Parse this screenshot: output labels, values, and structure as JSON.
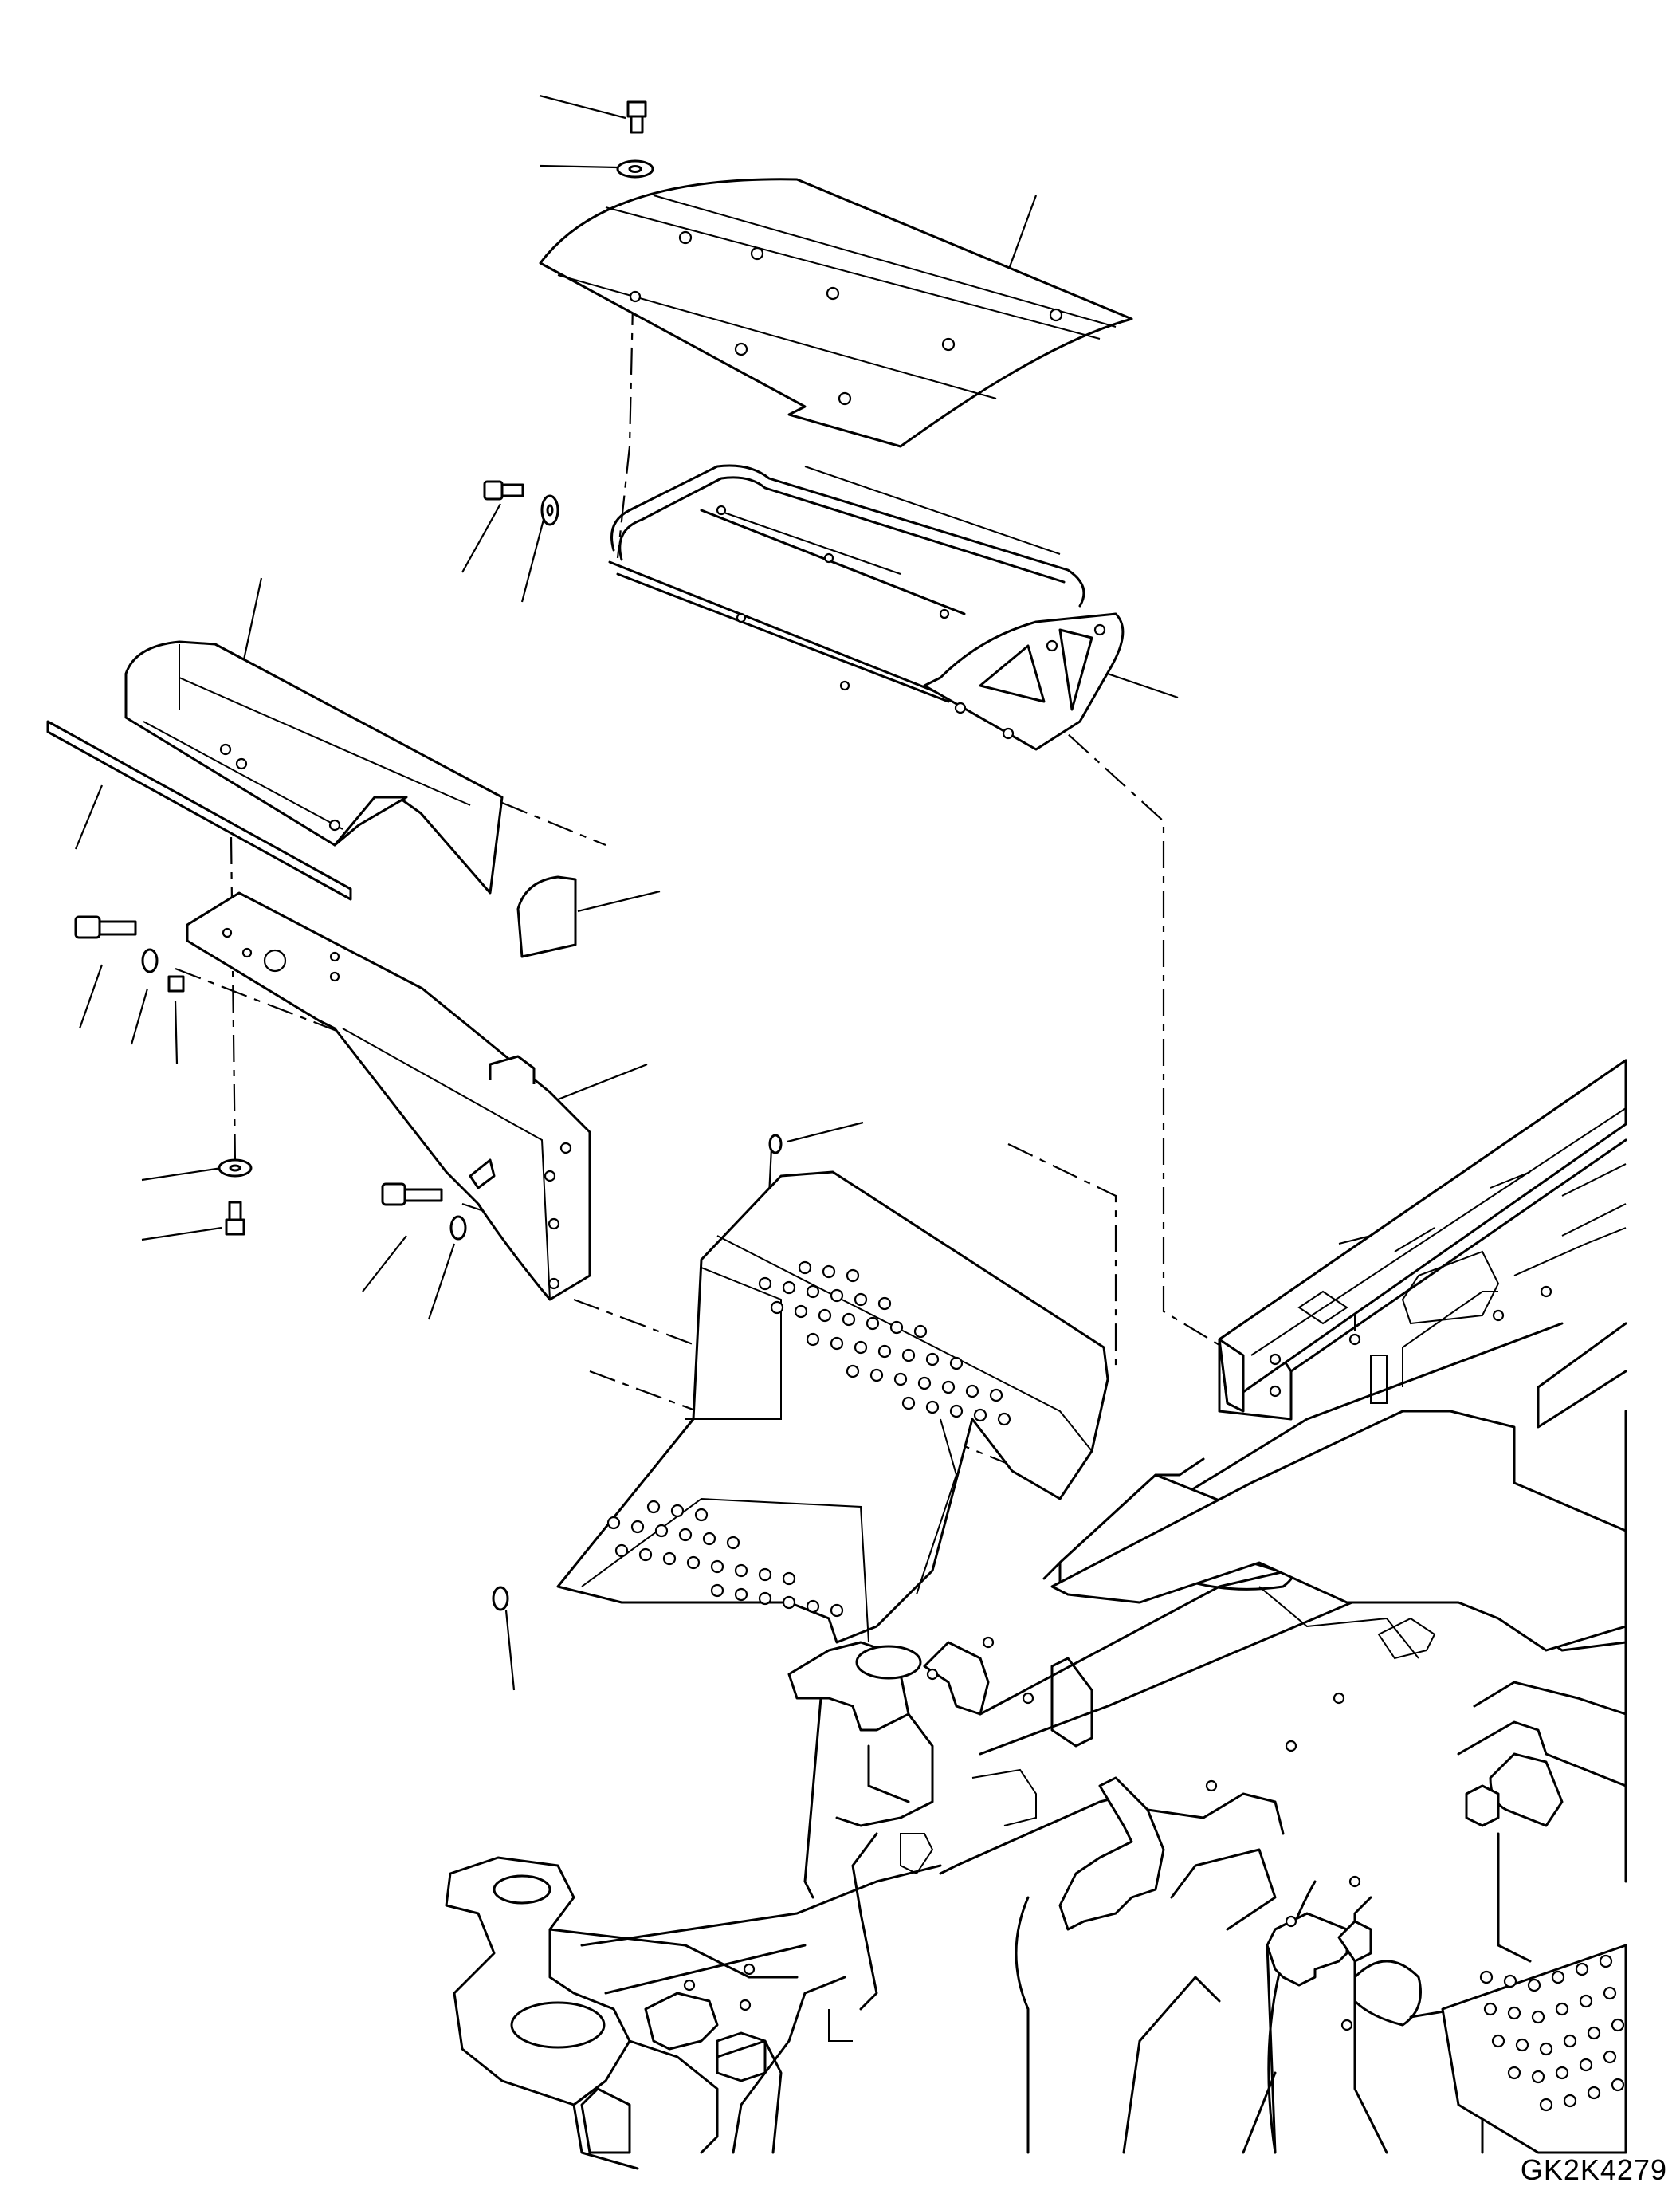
{
  "drawing": {
    "id_label": "GK2K4279",
    "parts": [
      "bolt-top",
      "washer-top",
      "cover-plate",
      "cover-frame",
      "frame-bolt",
      "frame-washer",
      "left-cover",
      "seal-strip",
      "small-plate",
      "bracket-bolt",
      "bracket-washer",
      "bracket-collar",
      "support-bracket",
      "lower-washer",
      "lower-bolt",
      "step-bolt",
      "step-washer",
      "step-rivet",
      "step-plug",
      "step-assembly",
      "revolving-frame"
    ]
  }
}
